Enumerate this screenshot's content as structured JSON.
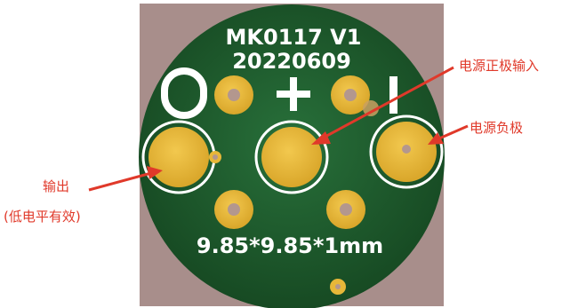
{
  "board": {
    "part_number": "MK0117 V1",
    "date_code": "20220609",
    "dimensions": "9.85*9.85*1mm",
    "silkscreen_zero": "0",
    "silkscreen_plus": "+",
    "silkscreen_minus": "I"
  },
  "annotations": {
    "output": "输出",
    "output_note": "(低电平有效)",
    "positive_input": "电源正极输入",
    "negative": "电源负极"
  },
  "colors": {
    "board_green": "#1d5a2c",
    "pad_gold": "#e7b739",
    "background_brown": "#a88e8b",
    "callout_red": "#e0392a",
    "silkscreen_white": "#ffffff"
  },
  "icons": [
    "arrow-pointer-icon"
  ]
}
